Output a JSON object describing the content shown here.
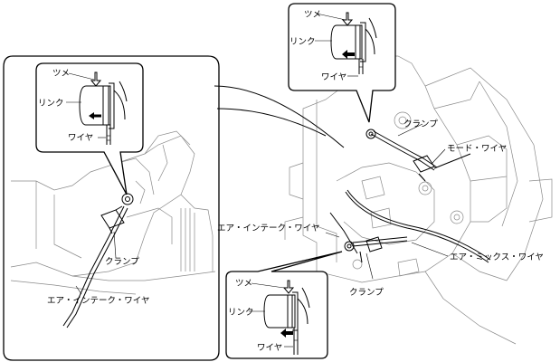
{
  "labels": {
    "tsume": "ツメ",
    "link": "リンク",
    "wire": "ワイヤ",
    "clamp": "クランプ",
    "mode_wire": "モード・ワイヤ",
    "air_intake_wire": "エア・インテーク・ワイヤ",
    "air_mix_wire": "エア・ミックス・ワイヤ"
  }
}
